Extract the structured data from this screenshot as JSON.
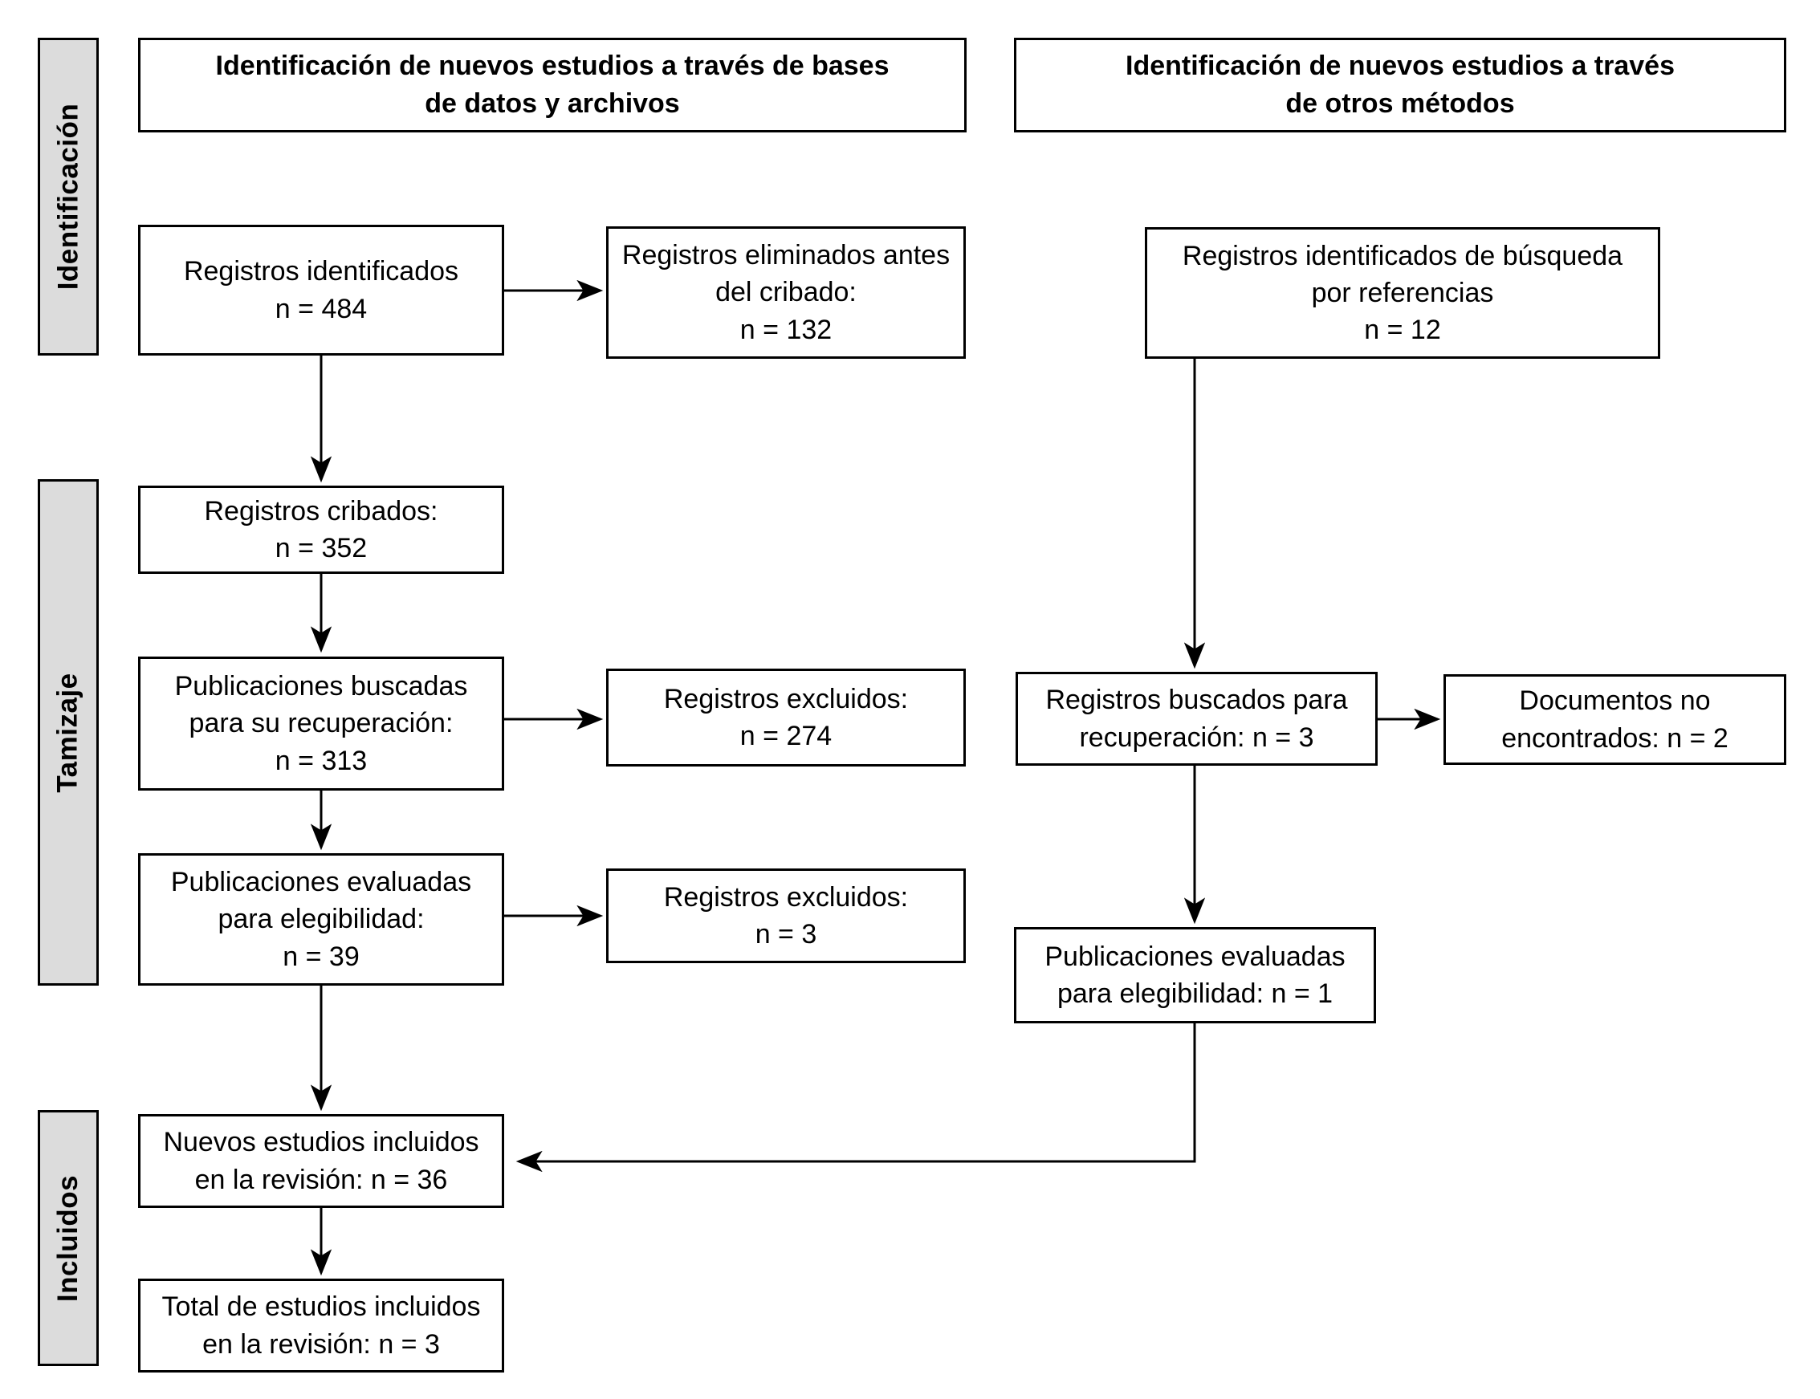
{
  "colors": {
    "background": "#ffffff",
    "box_border": "#000000",
    "stage_bar_fill": "#dcdcdc",
    "text": "#000000"
  },
  "stages": {
    "identification": "Identificación",
    "screening": "Tamizaje",
    "included": "Incluidos"
  },
  "headers": {
    "databases": "Identificación de nuevos estudios a través de bases\nde datos y archivos",
    "other_methods": "Identificación de nuevos estudios a través\nde otros métodos"
  },
  "database_flow": {
    "records_identified": "Registros identificados\nn = 484",
    "records_removed_before_screening": "Registros eliminados antes\ndel cribado:\nn = 132",
    "records_screened": "Registros cribados:\nn = 352",
    "reports_sought": "Publicaciones buscadas\npara su recuperación:\nn = 313",
    "records_excluded": "Registros excluidos:\nn = 274",
    "reports_assessed": "Publicaciones evaluadas\npara elegibilidad:\nn = 39",
    "reports_excluded": "Registros excluidos:\nn = 3",
    "new_studies_included": "Nuevos estudios incluidos\nen la revisión: n = 36",
    "total_studies_included": "Total de estudios incluidos\nen la revisión: n = 3"
  },
  "other_methods_flow": {
    "records_identified_citation": "Registros identificados de búsqueda\npor referencias\nn = 12",
    "records_sought": "Registros buscados para\nrecuperación: n = 3",
    "documents_not_found": "Documentos no\nencontrados: n = 2",
    "reports_assessed": "Publicaciones evaluadas\npara elegibilidad: n = 1"
  }
}
